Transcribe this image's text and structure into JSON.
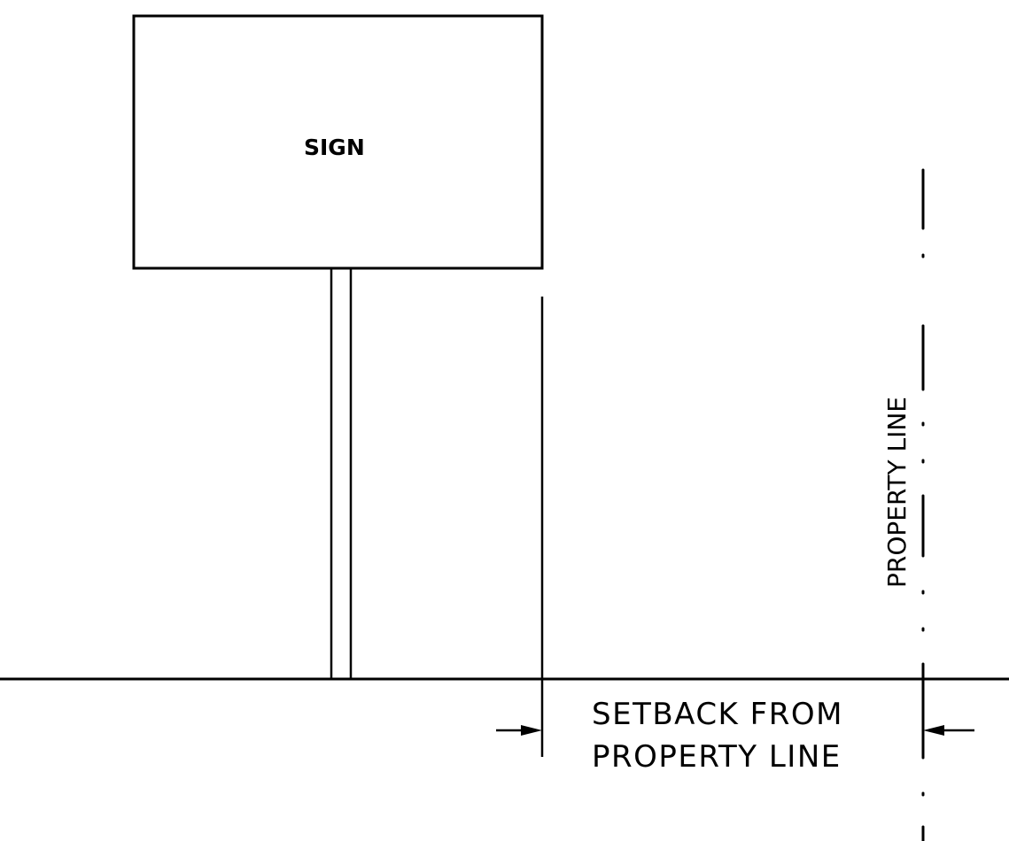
{
  "diagram": {
    "sign_label": "SIGN",
    "setback_label_line1": "SETBACK FROM",
    "setback_label_line2": "PROPERTY LINE",
    "property_line_label": "PROPERTY LINE"
  },
  "colors": {
    "line": "#000000",
    "background": "#ffffff"
  }
}
